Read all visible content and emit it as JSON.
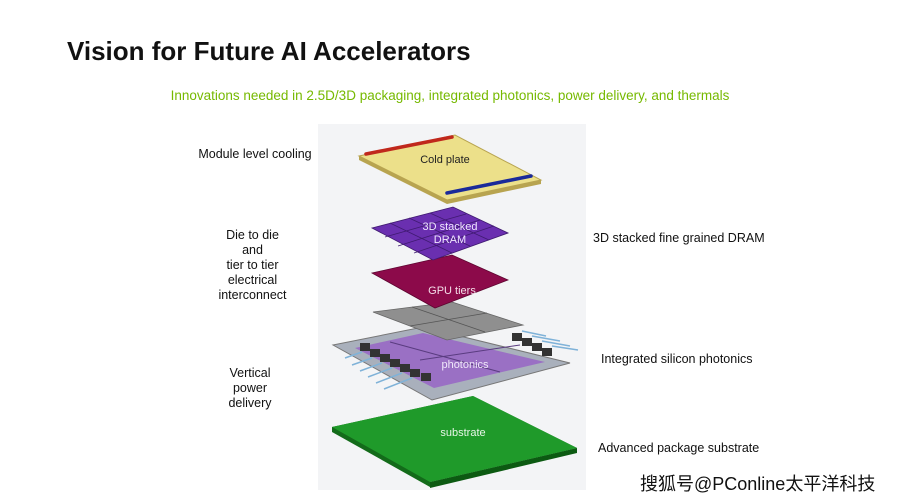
{
  "title": "Vision for Future AI Accelerators",
  "subtitle": "Innovations needed in 2.5D/3D packaging, integrated photonics, power delivery, and thermals",
  "left_labels": {
    "cooling": "Module level cooling",
    "interconnect": [
      "Die to die",
      "and",
      "tier to tier",
      "electrical",
      "interconnect"
    ],
    "power": [
      "Vertical",
      "power",
      "delivery"
    ]
  },
  "right_labels": {
    "dram": "3D stacked fine grained DRAM",
    "photonics": "Integrated silicon photonics",
    "substrate": "Advanced package substrate"
  },
  "layers": {
    "cold_plate": "Cold plate",
    "dram": [
      "3D stacked",
      "DRAM"
    ],
    "gpu": "GPU tiers",
    "photonics": "photonics",
    "substrate": "substrate"
  },
  "watermark": "搜狐号@PConline太平洋科技"
}
